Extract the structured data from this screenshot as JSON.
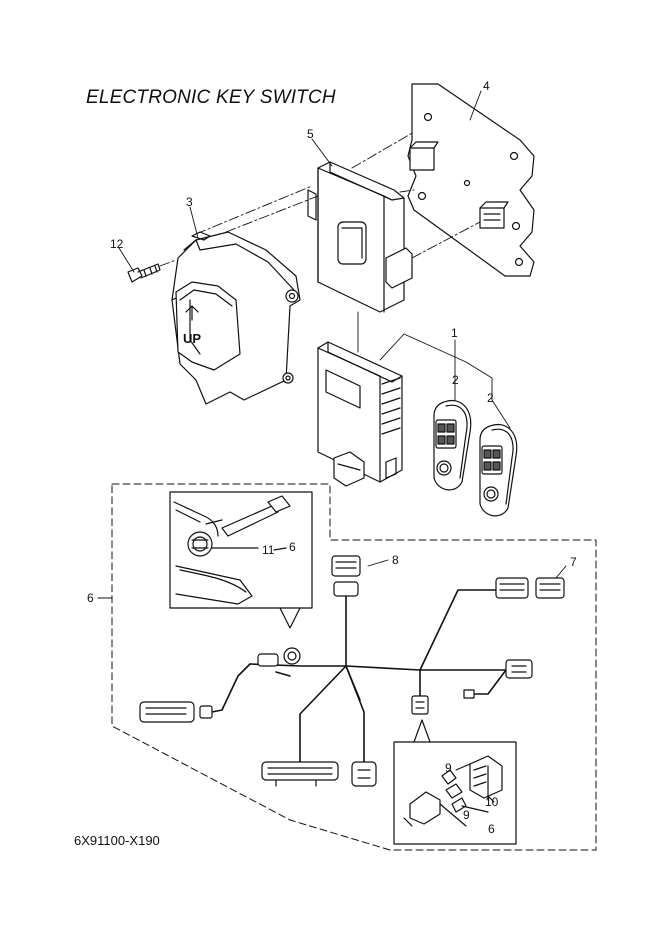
{
  "title": "ELECTRONIC KEY SWITCH",
  "doc_id": "6X91100-X190",
  "callouts": {
    "c1": "1",
    "c2a": "2",
    "c2b": "2",
    "c3": "3",
    "c4": "4",
    "c5": "5",
    "c6_main": "6",
    "c6_inset_top": "6",
    "c6_inset_bottom": "6",
    "c7": "7",
    "c8": "8",
    "c9a": "9",
    "c9b": "9",
    "c10": "10",
    "c11": "11",
    "c12": "12"
  },
  "key_fob_label": "UP"
}
